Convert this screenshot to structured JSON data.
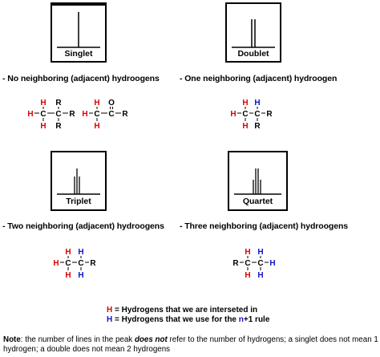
{
  "panels": [
    {
      "label": "Singlet",
      "lines": 1
    },
    {
      "label": "Doublet",
      "lines": 2
    },
    {
      "label": "Triplet",
      "lines": 3
    },
    {
      "label": "Quartet",
      "lines": 4
    }
  ],
  "bullets": {
    "singlet": "- No neighboring (adjacent) hydroogens",
    "doublet": "- One neighboring (adjacent) hydroogen",
    "triplet": "- Two neighboring (adjacent) hydroogens",
    "quartet": "- Three neighboring (adjacent) hydroogens"
  },
  "atoms": {
    "H": "H",
    "C": "C",
    "R": "R",
    "O": "O"
  },
  "legend": {
    "h": "H",
    "interest_text": " = Hydrogens that we are interseted in",
    "rule_text_before": " = Hydrogens that we use for the ",
    "n": "n",
    "rule_text_after": "+1 rule"
  },
  "note": {
    "label": "Note",
    "before": ": the number of lines in the peak ",
    "emph": "does not",
    "after": " refer to the number of hydrogens; a singlet does not mean 1",
    "line2": "hydrogen; a double does not mean 2 hydrogens"
  },
  "colors": {
    "red": "#dd0000",
    "blue": "#1010cc",
    "black": "#000000"
  }
}
